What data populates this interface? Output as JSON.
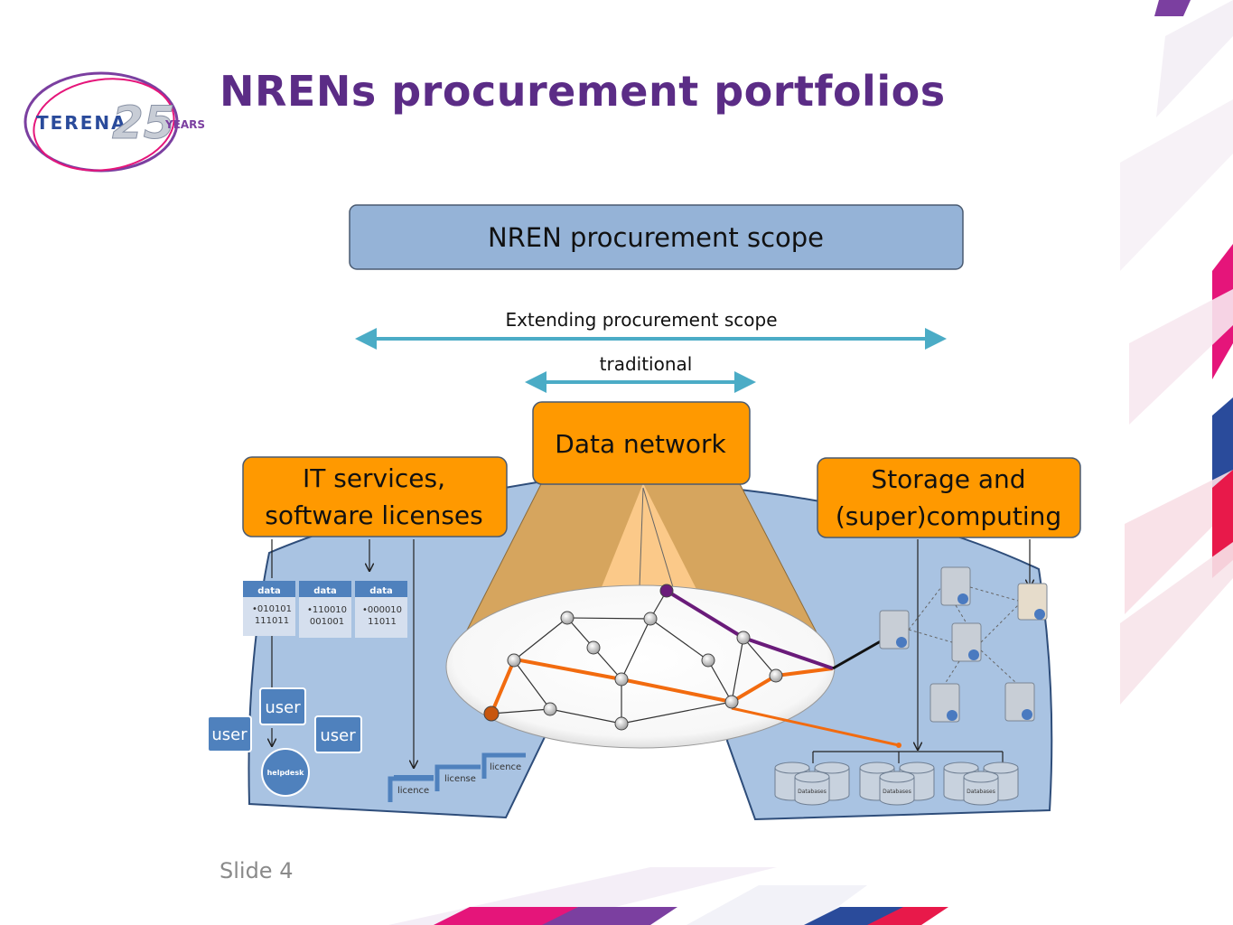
{
  "slide": {
    "title": "NRENs procurement portfolios",
    "number": "Slide 4"
  },
  "logo": {
    "name": "TERENA",
    "years_num": "25",
    "years_text": "YEARS"
  },
  "diagram": {
    "scope_box": "NREN procurement scope",
    "extending_label": "Extending procurement scope",
    "traditional_label": "traditional",
    "data_network": "Data network",
    "it_services": {
      "line1": "IT services,",
      "line2": "software licenses"
    },
    "storage": {
      "line1": "Storage and",
      "line2": "(super)computing"
    },
    "data_cards": [
      {
        "header": "data",
        "line1": "•010101",
        "line2": "111011"
      },
      {
        "header": "data",
        "line1": "•110010",
        "line2": "001001"
      },
      {
        "header": "data",
        "line1": "•000010",
        "line2": "11011"
      }
    ],
    "users": [
      "user",
      "user",
      "user"
    ],
    "helpdesk": "helpdesk",
    "licenses": [
      "licence",
      "license",
      "licence"
    ],
    "databases": [
      "Databases",
      "Databases",
      "Databases"
    ]
  },
  "colors": {
    "title": "#5b2c86",
    "box_blue": "#95b3d7",
    "orange": "#ff9900",
    "route_orange": "#f26b0f",
    "route_purple": "#6a1b7a",
    "arrow_teal": "#4bacc6"
  }
}
